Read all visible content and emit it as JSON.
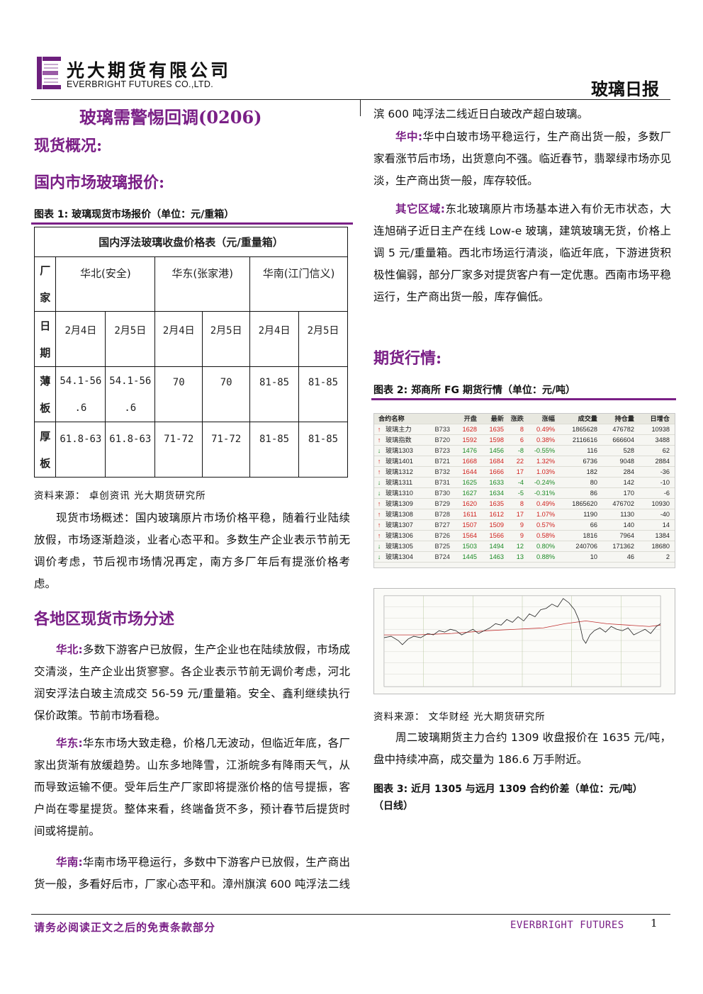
{
  "header": {
    "company_cn": "光大期货有限公司",
    "company_en": "EVERBRIGHT FUTURES CO.,LTD.",
    "doc_tag": "玻璃日报",
    "brand_color": "#7a1f86"
  },
  "title": "玻璃需警惕回调(0206)",
  "sections": {
    "spot_overview": "现货概况:",
    "domestic_price": "国内市场玻璃报价:",
    "regional": "各地区现货市场分述",
    "futures": "期货行情:"
  },
  "fig1": {
    "caption": "图表 1:  玻璃现货市场报价（单位：元/重箱）",
    "table_title": "国内浮法玻璃收盘价格表（元/重量箱）",
    "row_label_factory": [
      "厂",
      "家"
    ],
    "regions": [
      "华北(安全)",
      "华东(张家港)",
      "华南(江门信义)"
    ],
    "row_label_date": [
      "日",
      "期"
    ],
    "dates": [
      "2月4日",
      "2月5日",
      "2月4日",
      "2月5日",
      "2月4日",
      "2月5日"
    ],
    "row_label_thin": [
      "薄",
      "板"
    ],
    "thin": [
      "54.1-56.6",
      "54.1-56.6",
      "70",
      "70",
      "81-85",
      "81-85"
    ],
    "thin_split": [
      [
        "54.1-56",
        ".6"
      ],
      [
        "54.1-56",
        ".6"
      ]
    ],
    "row_label_thick": [
      "厚",
      "板"
    ],
    "thick": [
      "61.8-63",
      "61.8-63",
      "71-72",
      "71-72",
      "81-85",
      "81-85"
    ],
    "source": "资料来源：  卓创资讯   光大期货研究所"
  },
  "spot_summary": "现货市场概述：国内玻璃原片市场价格平稳，随着行业陆续放假，市场逐渐趋淡，业者心态平和。多数生产企业表示节前无调价考虑，节后视市场情况再定，南方多厂年后有提涨价格考虑。",
  "regions_text": {
    "north_label": "华北:",
    "north": "多数下游客户已放假，生产企业也在陆续放假，市场成交清淡，生产企业出货寥寥。各企业表示节前无调价考虑，河北润安浮法白玻主流成交 56-59 元/重量箱。安全、鑫利继续执行保价政策。节前市场看稳。",
    "east_label": "华东:",
    "east": "华东市场大致走稳，价格几无波动，但临近年底，各厂家出货渐有放缓趋势。山东多地降雪，江浙皖多有降雨天气，从而导致运输不便。受年后生产厂家即将提涨价格的信号提振，客户尚在零星提货。整体来看，终端备货不多，预计春节后提货时间或将提前。",
    "south_label": "华南:",
    "south": "华南市场平稳运行，多数中下游客户已放假，生产商出货一般，多看好后市，厂家心态平和。漳州旗滨 600 吨浮法二线近日白玻改产超白玻璃。",
    "central_label": "华中:",
    "central": "华中白玻市场平稳运行，生产商出货一般，多数厂家看涨节后市场，出货意向不强。临近春节，翡翠绿市场亦见淡，生产商出货一般，库存较低。",
    "other_label": "其它区域:",
    "other": "东北玻璃原片市场基本进入有价无市状态，大连旭硝子近日主产在线 Low-e 玻璃，建筑玻璃无货，价格上调 5 元/重量箱。西北市场运行清淡，临近年底，下游进货积极性偏弱，部分厂家多对提货客户有一定优惠。西南市场平稳运行，生产商出货一般，库存偏低。"
  },
  "fig2": {
    "caption": "图表 2:  郑商所 FG 期货行情（单位：元/吨）",
    "headers": [
      "合约名称",
      "",
      "开盘",
      "最新",
      "涨跌",
      "涨幅",
      "成交量",
      "持仓量",
      "日增仓"
    ],
    "rows": [
      {
        "dir": "up",
        "name": "玻璃主力",
        "code": "B733",
        "open": "1628",
        "last": "1635",
        "chg": "8",
        "pct": "0.49%",
        "vol": "1865628",
        "oi": "476782",
        "doi": "10938"
      },
      {
        "dir": "up",
        "name": "玻璃指数",
        "code": "B720",
        "open": "1592",
        "last": "1598",
        "chg": "6",
        "pct": "0.38%",
        "vol": "2116616",
        "oi": "666604",
        "doi": "3488"
      },
      {
        "dir": "dn",
        "name": "玻璃1303",
        "code": "B723",
        "open": "1476",
        "last": "1456",
        "chg": "-8",
        "pct": "-0.55%",
        "vol": "116",
        "oi": "528",
        "doi": "62"
      },
      {
        "dir": "up",
        "name": "玻璃1401",
        "code": "B721",
        "open": "1668",
        "last": "1684",
        "chg": "22",
        "pct": "1.32%",
        "vol": "6736",
        "oi": "9048",
        "doi": "2884"
      },
      {
        "dir": "up",
        "name": "玻璃1312",
        "code": "B732",
        "open": "1644",
        "last": "1666",
        "chg": "17",
        "pct": "1.03%",
        "vol": "182",
        "oi": "284",
        "doi": "-36"
      },
      {
        "dir": "dn",
        "name": "玻璃1311",
        "code": "B731",
        "open": "1625",
        "last": "1633",
        "chg": "-4",
        "pct": "-0.24%",
        "vol": "80",
        "oi": "142",
        "doi": "-10"
      },
      {
        "dir": "dn",
        "name": "玻璃1310",
        "code": "B730",
        "open": "1627",
        "last": "1634",
        "chg": "-5",
        "pct": "-0.31%",
        "vol": "86",
        "oi": "170",
        "doi": "-6"
      },
      {
        "dir": "up",
        "name": "玻璃1309",
        "code": "B729",
        "open": "1620",
        "last": "1635",
        "chg": "8",
        "pct": "0.49%",
        "vol": "1865620",
        "oi": "476702",
        "doi": "10930"
      },
      {
        "dir": "up",
        "name": "玻璃1308",
        "code": "B728",
        "open": "1611",
        "last": "1612",
        "chg": "17",
        "pct": "1.07%",
        "vol": "1190",
        "oi": "1130",
        "doi": "-40"
      },
      {
        "dir": "up",
        "name": "玻璃1307",
        "code": "B727",
        "open": "1507",
        "last": "1509",
        "chg": "9",
        "pct": "0.57%",
        "vol": "66",
        "oi": "140",
        "doi": "14"
      },
      {
        "dir": "up",
        "name": "玻璃1306",
        "code": "B726",
        "open": "1564",
        "last": "1566",
        "chg": "9",
        "pct": "0.58%",
        "vol": "1816",
        "oi": "7964",
        "doi": "1384"
      },
      {
        "dir": "dn",
        "name": "玻璃1305",
        "code": "B725",
        "open": "1503",
        "last": "1494",
        "chg": "12",
        "pct": "0.80%",
        "vol": "240706",
        "oi": "171362",
        "doi": "18680"
      },
      {
        "dir": "dn",
        "name": "玻璃1304",
        "code": "B724",
        "open": "1445",
        "last": "1463",
        "chg": "13",
        "pct": "0.88%",
        "vol": "10",
        "oi": "46",
        "doi": "2"
      }
    ],
    "source": "资料来源：  文华财经   光大期货研究所"
  },
  "futures_text": "周二玻璃期货主力合约 1309 收盘报价在 1635 元/吨，盘中持续冲高，成交量为 186.6 万手附近。",
  "fig3": {
    "caption": "图表 3:  近月 1305 与远月 1309 合约价差（单位：元/吨）",
    "caption2": "（日线）"
  },
  "footer": {
    "disclaimer": "请务必阅读正文之后的免责条款部分",
    "brand": "EVERBRIGHT FUTURES",
    "page": "1"
  }
}
